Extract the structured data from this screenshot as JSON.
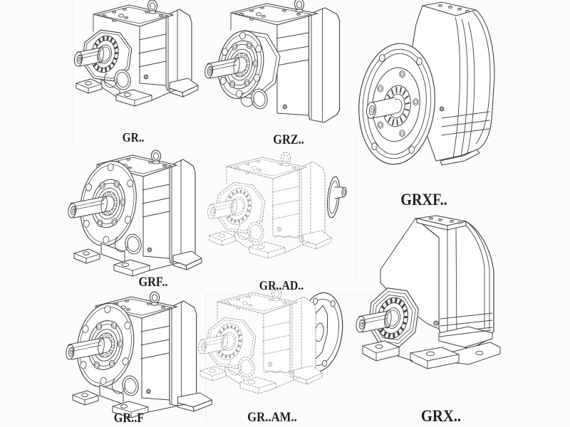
{
  "page": {
    "background": "#fcfcfb",
    "line_color": "#473f40",
    "phantom_color": "#a5a09b",
    "label_color": "#241d1d",
    "panel_edge_color": "#ebebe7"
  },
  "products": [
    {
      "id": "gr",
      "label": "GR.."
    },
    {
      "id": "grz",
      "label": "GRZ.."
    },
    {
      "id": "grxf",
      "label": "GRXF.."
    },
    {
      "id": "grf",
      "label": "GRF.."
    },
    {
      "id": "grad",
      "label": "GR..AD.."
    },
    {
      "id": "grft",
      "label": "GR..F"
    },
    {
      "id": "gram",
      "label": "GR..AM.."
    },
    {
      "id": "grx",
      "label": "GRX.."
    }
  ]
}
